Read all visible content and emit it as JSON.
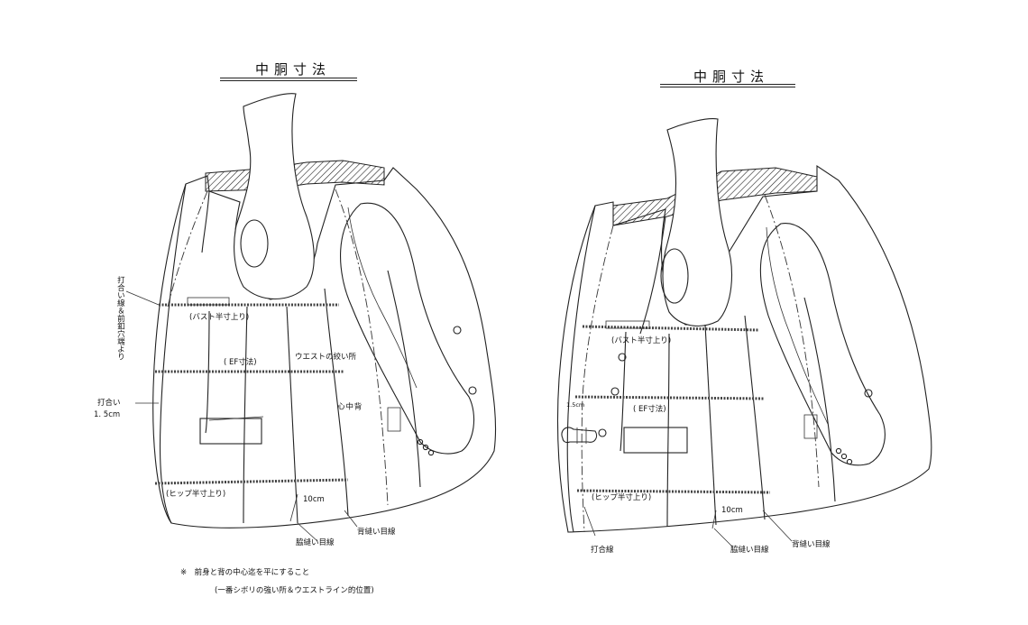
{
  "left": {
    "title": "中胴寸法",
    "labels": {
      "uchiai_line": "打合い線＆前釦穴端より",
      "bust": "(バスト半寸上り)",
      "ef": "( EF寸法)",
      "waist_shibori": "ウエストの絞い所",
      "uchiai": "打合い",
      "uchiai_val": "1. 5cm",
      "senaka": "背中心",
      "hip": "(ヒップ半寸上り)",
      "ten_cm": "10cm",
      "wakinui": "脇縫い目線",
      "senui": "背縫い目線"
    },
    "notes": {
      "line1": "※　前身と背の中心迄を平にすること",
      "line2": "(一番シボリの強い所＆ウエストライン的位置)"
    }
  },
  "right": {
    "title": "中胴寸法",
    "labels": {
      "bust": "(バスト半寸上り)",
      "ef": "( EF寸法)",
      "hip": "(ヒップ半寸上り)",
      "ten_cm": "10cm",
      "uchiai_sen": "打合線",
      "wakinui": "脇縫い目線",
      "senui": "背縫い目線",
      "small": "1.5cm"
    }
  }
}
